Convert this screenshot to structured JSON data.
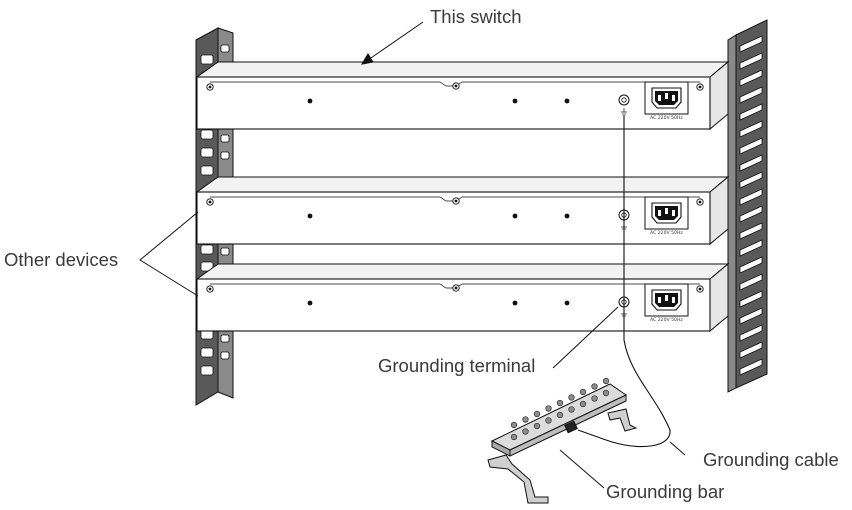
{
  "labels": {
    "this_switch": "This switch",
    "other_devices": "Other devices",
    "grounding_terminal": "Grounding terminal",
    "grounding_cable": "Grounding cable",
    "grounding_bar": "Grounding bar"
  },
  "power_inlet_rating": "AC 220V 50Hz",
  "colors": {
    "line": "#1a1a1a",
    "rail_fill": "#5a5a5a",
    "bar_fill": "#d6d6d6",
    "label_text": "#3a3a3a"
  },
  "icons": [
    "power-inlet-icon",
    "ground-symbol-icon",
    "screw-icon"
  ]
}
